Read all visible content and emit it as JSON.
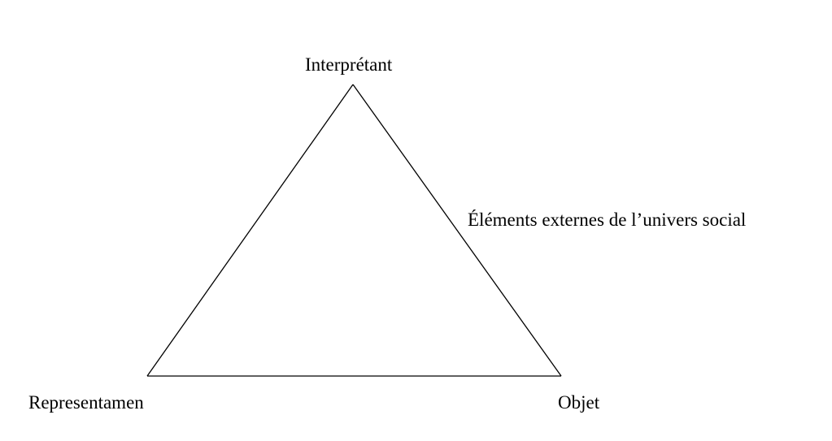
{
  "diagram": {
    "title": "Triangle sémiotique",
    "nodes": {
      "top": "Interprétant",
      "bottom_left": "Representamen",
      "bottom_right": "Objet"
    },
    "edge_annotation": "Éléments externes de l’univers social",
    "edges": [
      {
        "from": "Interprétant",
        "to": "Representamen"
      },
      {
        "from": "Interprétant",
        "to": "Objet"
      },
      {
        "from": "Representamen",
        "to": "Objet"
      }
    ]
  }
}
